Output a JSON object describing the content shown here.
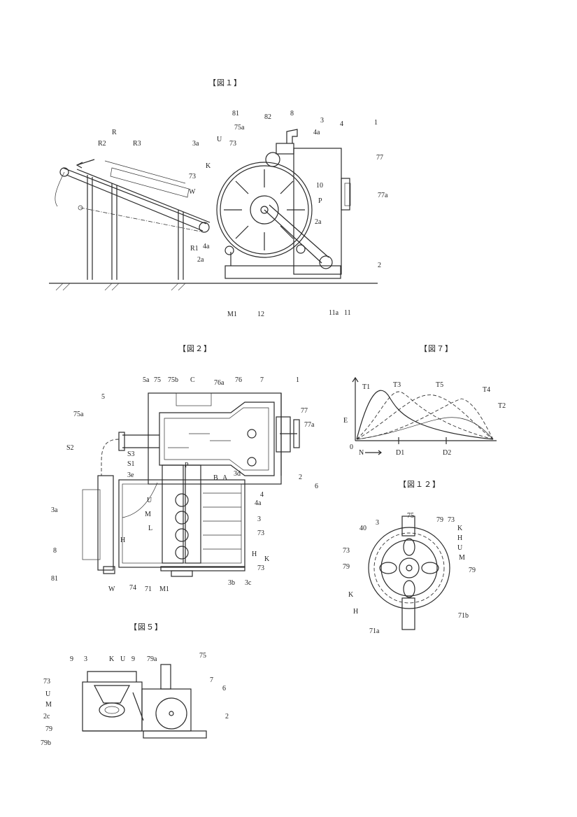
{
  "figures": {
    "fig1": {
      "caption": "【図１】",
      "labels": [
        "81",
        "82",
        "8",
        "75a",
        "3",
        "4a",
        "4",
        "1",
        "3a",
        "U",
        "73",
        "K",
        "73",
        "W",
        "77",
        "77a",
        "10",
        "P",
        "2a",
        "R",
        "R2",
        "R3",
        "R1",
        "4a",
        "2a",
        "2",
        "M1",
        "12",
        "11a",
        "11"
      ]
    },
    "fig2": {
      "caption": "【図２】",
      "labels": [
        "5a",
        "75",
        "75b",
        "C",
        "76a",
        "76",
        "7",
        "1",
        "5",
        "77",
        "77a",
        "75a",
        "S2",
        "S3",
        "S1",
        "3e",
        "P",
        "B",
        "A",
        "3d",
        "2",
        "6",
        "4",
        "3a",
        "U",
        "M",
        "L",
        "4a",
        "3",
        "73",
        "8",
        "H",
        "H",
        "K",
        "81",
        "W",
        "74",
        "71",
        "M1",
        "3b",
        "3c",
        "73"
      ]
    },
    "fig5": {
      "caption": "【図５】",
      "labels": [
        "9",
        "3",
        "K",
        "U",
        "9",
        "79a",
        "75",
        "7",
        "73",
        "U",
        "6",
        "M",
        "2c",
        "2",
        "79",
        "79b"
      ]
    },
    "fig7": {
      "caption": "【図７】",
      "labels": [
        "T1",
        "T3",
        "T5",
        "T4",
        "T2",
        "E",
        "0",
        "N",
        "D1",
        "D2"
      ]
    },
    "fig12": {
      "caption": "【図１２】",
      "labels": [
        "75",
        "40",
        "3",
        "79",
        "73",
        "K",
        "H",
        "U",
        "73",
        "M",
        "79",
        "79",
        "K",
        "H",
        "71b",
        "71a"
      ]
    }
  }
}
